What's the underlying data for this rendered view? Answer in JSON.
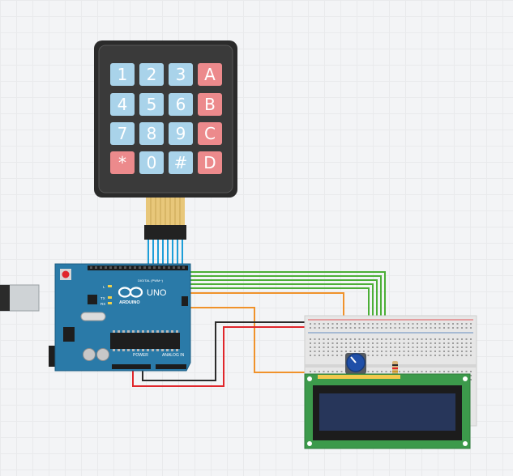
{
  "keypad": {
    "keys": [
      [
        "1",
        "2",
        "3",
        "A"
      ],
      [
        "4",
        "5",
        "6",
        "B"
      ],
      [
        "7",
        "8",
        "9",
        "C"
      ],
      [
        "*",
        "0",
        "#",
        "D"
      ]
    ],
    "colors": {
      "digit": "#a9d3ea",
      "letter": "#ec8a8c",
      "body": "#2b2b2b"
    }
  },
  "arduino": {
    "model_label": "UNO",
    "brand_label": "ARDUINO",
    "power_label": "POWER",
    "analog_label": "ANALOG IN",
    "digital_label": "DIGITAL (PWM~)",
    "l_label": "L",
    "tx_label": "TX",
    "rx_label": "RX",
    "color": "#2a7aa8"
  },
  "wires": {
    "colors": {
      "green": "#4caf37",
      "orange": "#f0922b",
      "red": "#e0262b",
      "black": "#2b2b2b",
      "blue": "#1d9ed8",
      "teal": "#4aa9c4"
    }
  },
  "lcd": {
    "bezel_color": "#3c9a4b",
    "screen_color": "#27365a"
  }
}
